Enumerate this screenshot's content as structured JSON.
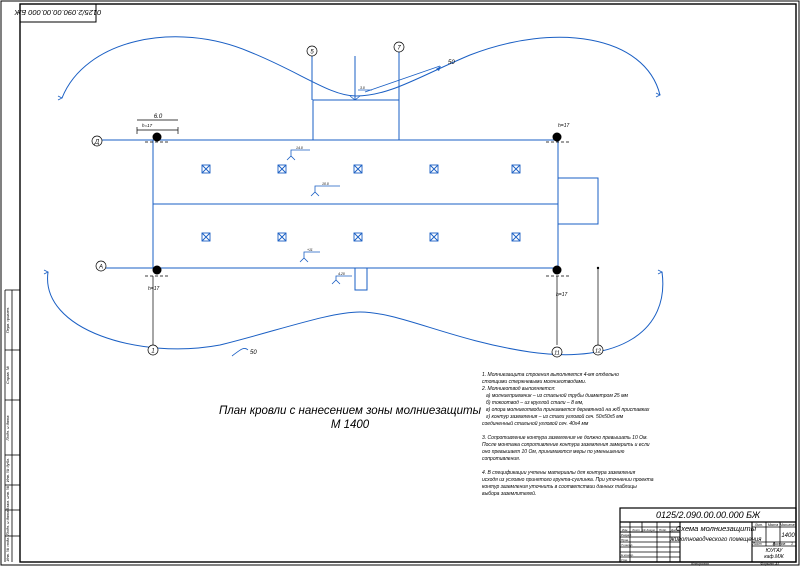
{
  "colors": {
    "background": "#ffffff",
    "frame": "#000000",
    "plan_lines": "#1a5fc4",
    "zone_curves": "#1a5fc4",
    "rods": "#000000",
    "text": "#000000"
  },
  "stamp_top_left": "0125/2.090.00.00.000 БЖ",
  "title": {
    "line1": "План кровли с нанесением зоны молниезащиты",
    "line2": "М 1400"
  },
  "grid_axes": {
    "a": "А",
    "d": "Д",
    "c5": "5",
    "c7": "7",
    "c1": "1",
    "c11": "11",
    "c12": "12"
  },
  "dimensions": {
    "d60": "6.0",
    "h16_top_left": "h=17",
    "h17_top_right": "h=17",
    "h17_bottom_left": "h=17",
    "h17_bottom_right": "h=17",
    "r50_top": "50",
    "r50_bottom": "50",
    "mark_top": "3.0",
    "mark_roof1": "14.0",
    "mark_roof2": "10.0",
    "mark_roof3": "+11",
    "mark_small": "4.20"
  },
  "notes": {
    "n1a": "1.   Молниезащита строения выполняется 4-мя отдельно",
    "n1b": "стоящими стержневыми молниеотводами.",
    "n2": "2. Молниеотвод выполняется:",
    "n2a": "а) молниеприемник – из стальной трубы диаметром 25 мм",
    "n2b": "б) токоотвод – из круглой стали – 8 мм,",
    "n2c": "в) опора молниеотвода принимается деревянной на ж/б приставках",
    "n2d": "г) контур заземления – из стали угловой сеч. 50х50х5 мм",
    "n2e": "соединенный стальной угловой сеч. 40х4 мм",
    "n3a": "3. Сопротивление контура заземления не должно превышать 10 Ом.",
    "n3b": "После монтажа сопротивление контура заземления замерить и если",
    "n3c": "оно превышает 10 Ом, принимаются меры по уменьшению",
    "n3d": "сопротивления.",
    "n4a": "4. В спецификации учтены материалы для контура заземления",
    "n4b": "исходя из условно принятого грунта-суглинка. При уточнении проекта",
    "n4c": "контур заземления уточнить в соответствии данных таблицы",
    "n4d": "выбора заземлителей."
  },
  "title_block": {
    "code": "0125/2.090.00.00.000 БЖ",
    "drawing_name_line1": "Схема молниезащиты",
    "drawing_name_line2": "животноводческого помещения",
    "scale": "1400",
    "stage_label": "Лит.",
    "mass_label": "Масса",
    "scale_label": "Масштаб",
    "sheet_label": "Лист",
    "sheets_label": "Листов",
    "sheets_count": "1",
    "org_line1": "ЮУГАУ",
    "org_line2": "каф.МЖ",
    "copied_label": "Копировал",
    "format_label": "Формат  А1",
    "row_izm": "Изм.",
    "row_list": "Лист",
    "row_doc": "№ докум.",
    "row_sign": "Подп.",
    "row_date": "Дата",
    "row_razrab": "Разраб.",
    "row_prov": "Пров.",
    "row_tkontr": "Т.контр.",
    "row_nkontr": "Н.контр.",
    "row_utv": "Утв."
  },
  "left_margin": {
    "perv": "Перв. примен.",
    "sprav": "Справ. №",
    "podp_data1": "Подп. и дата",
    "inv_dubl": "Инв. № дубл.",
    "vzam_inv": "Взам. инв. №",
    "podp_data2": "Подп. и дата",
    "inv_podl": "Инв. № подл."
  }
}
